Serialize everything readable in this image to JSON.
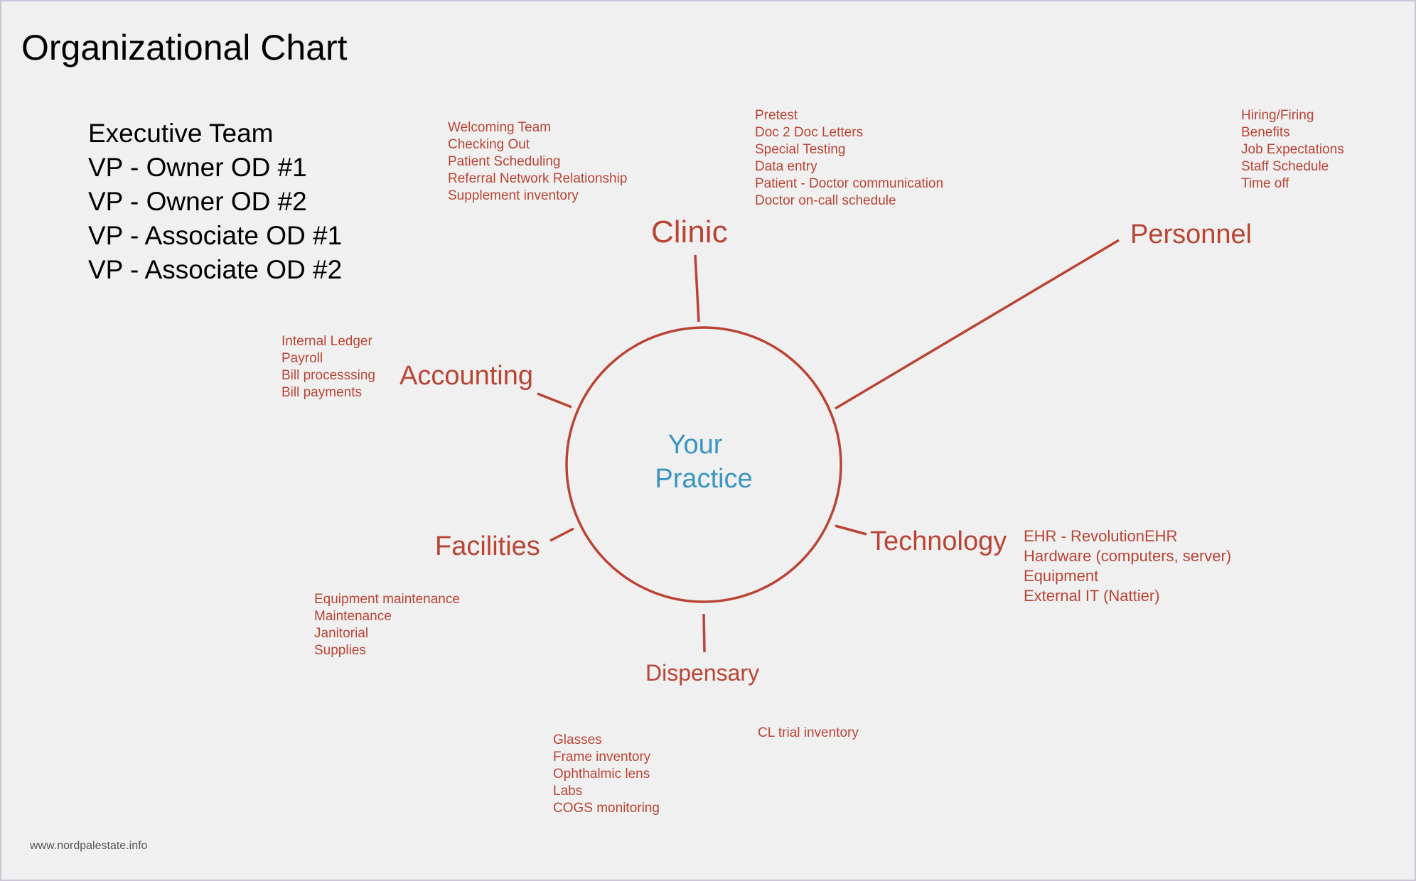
{
  "title": "Organizational Chart",
  "executive": [
    "Executive Team",
    "VP - Owner OD #1",
    "VP - Owner OD #2",
    "VP - Associate OD #1",
    "VP - Associate OD #2"
  ],
  "center": {
    "line1": "Your",
    "line2": "Practice"
  },
  "departments": {
    "clinic": "Clinic",
    "personnel": "Personnel",
    "accounting": "Accounting",
    "technology": "Technology",
    "facilities": "Facilities",
    "dispensary": "Dispensary"
  },
  "tasks": {
    "front_office": [
      "Welcoming Team",
      "Checking Out",
      "Patient Scheduling",
      "Referral Network Relationship",
      "Supplement inventory"
    ],
    "clinic": [
      "Pretest",
      "Doc 2 Doc Letters",
      "Special Testing",
      "Data entry",
      "Patient - Doctor communication",
      "Doctor on-call schedule"
    ],
    "personnel": [
      "Hiring/Firing",
      "Benefits",
      "Job Expectations",
      "Staff Schedule",
      "Time off"
    ],
    "accounting": [
      "Internal Ledger",
      "Payroll",
      "Bill processsing",
      "Bill payments"
    ],
    "technology": [
      "EHR - RevolutionEHR",
      "Hardware (computers, server)",
      "Equipment",
      "External IT (Nattier)"
    ],
    "facilities": [
      "Equipment maintenance",
      "Maintenance",
      "Janitorial",
      "Supplies"
    ],
    "dispensary": [
      "Glasses",
      "Frame inventory",
      "Ophthalmic lens",
      "Labs",
      "COGS monitoring"
    ],
    "dispensary_extra": [
      "CL trial inventory"
    ]
  },
  "watermark": "www.nordpalestate.info",
  "colors": {
    "accent": "#b94434",
    "center_text": "#3a95c2",
    "background": "#f0f0f0",
    "heading": "#000000"
  }
}
